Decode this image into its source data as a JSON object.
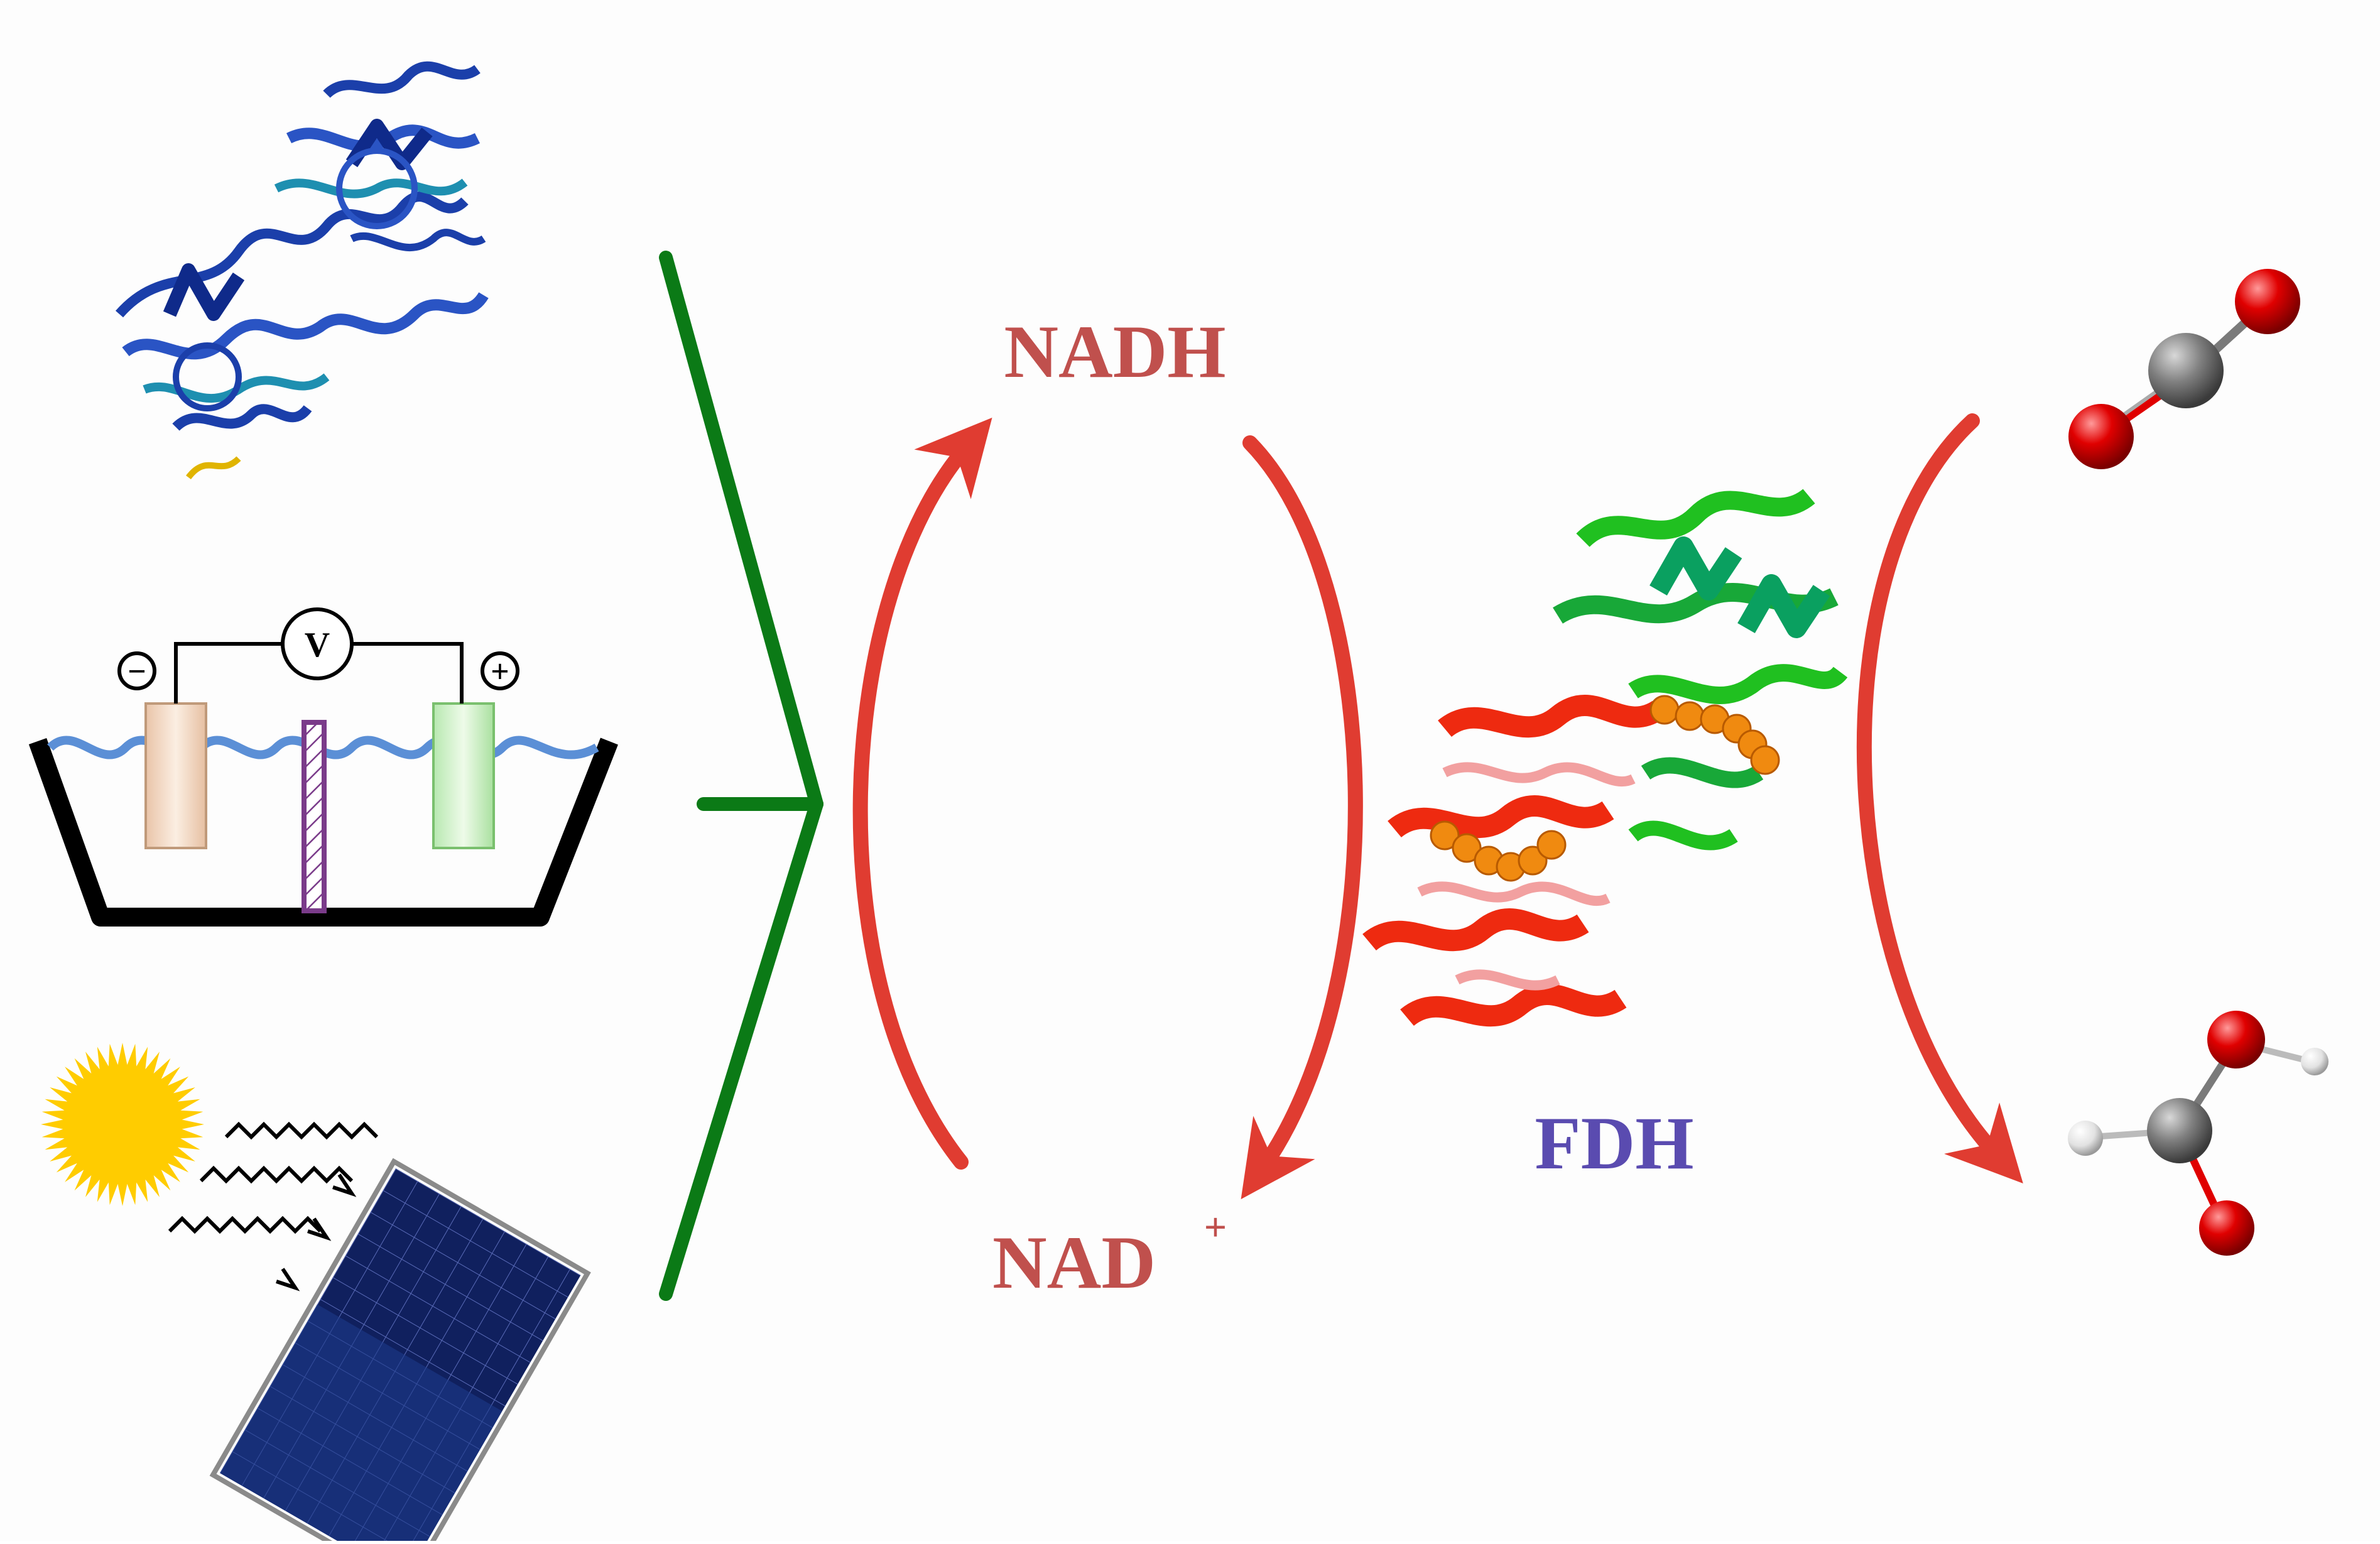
{
  "labels": {
    "nadh": "NADH",
    "nad": "NAD",
    "nad_sup": "+",
    "fdh": "FDH",
    "voltmeter": "V",
    "minus": "−",
    "plus": "+"
  },
  "colors": {
    "nadh_text": "#c0504d",
    "fdh_text": "#5a4bb0",
    "red_arrow": "#e03c31",
    "green_bracket": "#0b7a16",
    "water": "#5b8fd6",
    "sun": "#ffcc00",
    "panel": "#1a2a6c",
    "oxygen": "#e00000",
    "carbon": "#7a7a7a",
    "hydrogen": "#e6e6e6"
  },
  "icons": [
    "protein-structure-blue",
    "electrochemical-cell",
    "sun-icon",
    "solar-panel",
    "fdh-protein-structure",
    "co2-molecule",
    "formic-acid-molecule"
  ]
}
